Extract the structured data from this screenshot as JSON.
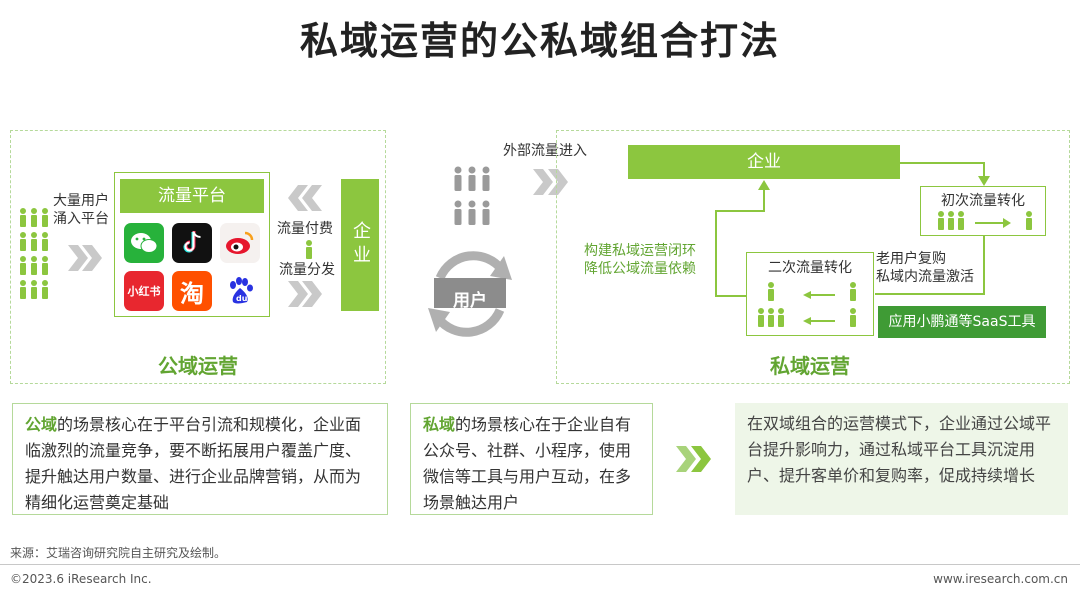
{
  "title": "私域运营的公私域组合打法",
  "left": {
    "users_label_1": "大量用户",
    "users_label_2": "涌入平台",
    "platform_label": "流量平台",
    "apps": [
      {
        "name": "wechat-icon",
        "color": "#27b23b"
      },
      {
        "name": "douyin-icon",
        "color": "#111111"
      },
      {
        "name": "weibo-icon",
        "color": "#f5f1ef"
      },
      {
        "name": "xiaohongshu-icon",
        "color": "#e8272f",
        "text": "小红书"
      },
      {
        "name": "taobao-icon",
        "color": "#ff5000",
        "text": "淘"
      },
      {
        "name": "baidu-icon",
        "color": "#ffffff"
      }
    ],
    "pay_label": "流量付费",
    "distribute_label": "流量分发",
    "enterprise_label": "企业",
    "caption": "公域运营"
  },
  "middle": {
    "external_label": "外部流量进入",
    "user_label": "用户"
  },
  "right": {
    "enterprise_label": "企业",
    "first_conversion": "初次流量转化",
    "second_conversion": "二次流量转化",
    "loop_label_1": "构建私域运营闭环",
    "loop_label_2": "降低公域流量依赖",
    "old_user_1": "老用户复购",
    "old_user_2": "私域内流量激活",
    "tool_label": "应用小鹏通等SaaS工具",
    "caption": "私域运营"
  },
  "desc": {
    "d1_highlight": "公域",
    "d1_text": "的场景核心在于平台引流和规模化，企业面临激烈的流量竞争，要不断拓展用户覆盖广度、提升触达用户数量、进行企业品牌营销，从而为精细化运营奠定基础",
    "d2_highlight": "私域",
    "d2_text": "的场景核心在于企业自有公众号、社群、小程序，使用微信等工具与用户互动，在多场景触达用户",
    "d3_text": "在双域组合的运营模式下，企业通过公域平台提升影响力，通过私域平台工具沉淀用户、提升客单价和复购率，促成持续增长"
  },
  "footer": {
    "source": "来源：艾瑞咨询研究院自主研究及绘制。",
    "copyright": "©2023.6 iResearch Inc.",
    "website": "www.iresearch.com.cn"
  },
  "colors": {
    "accent_green": "#8cc63f",
    "dark_green": "#62a532",
    "dashed_border": "#b5d99a",
    "gray": "#9a9a9a"
  }
}
